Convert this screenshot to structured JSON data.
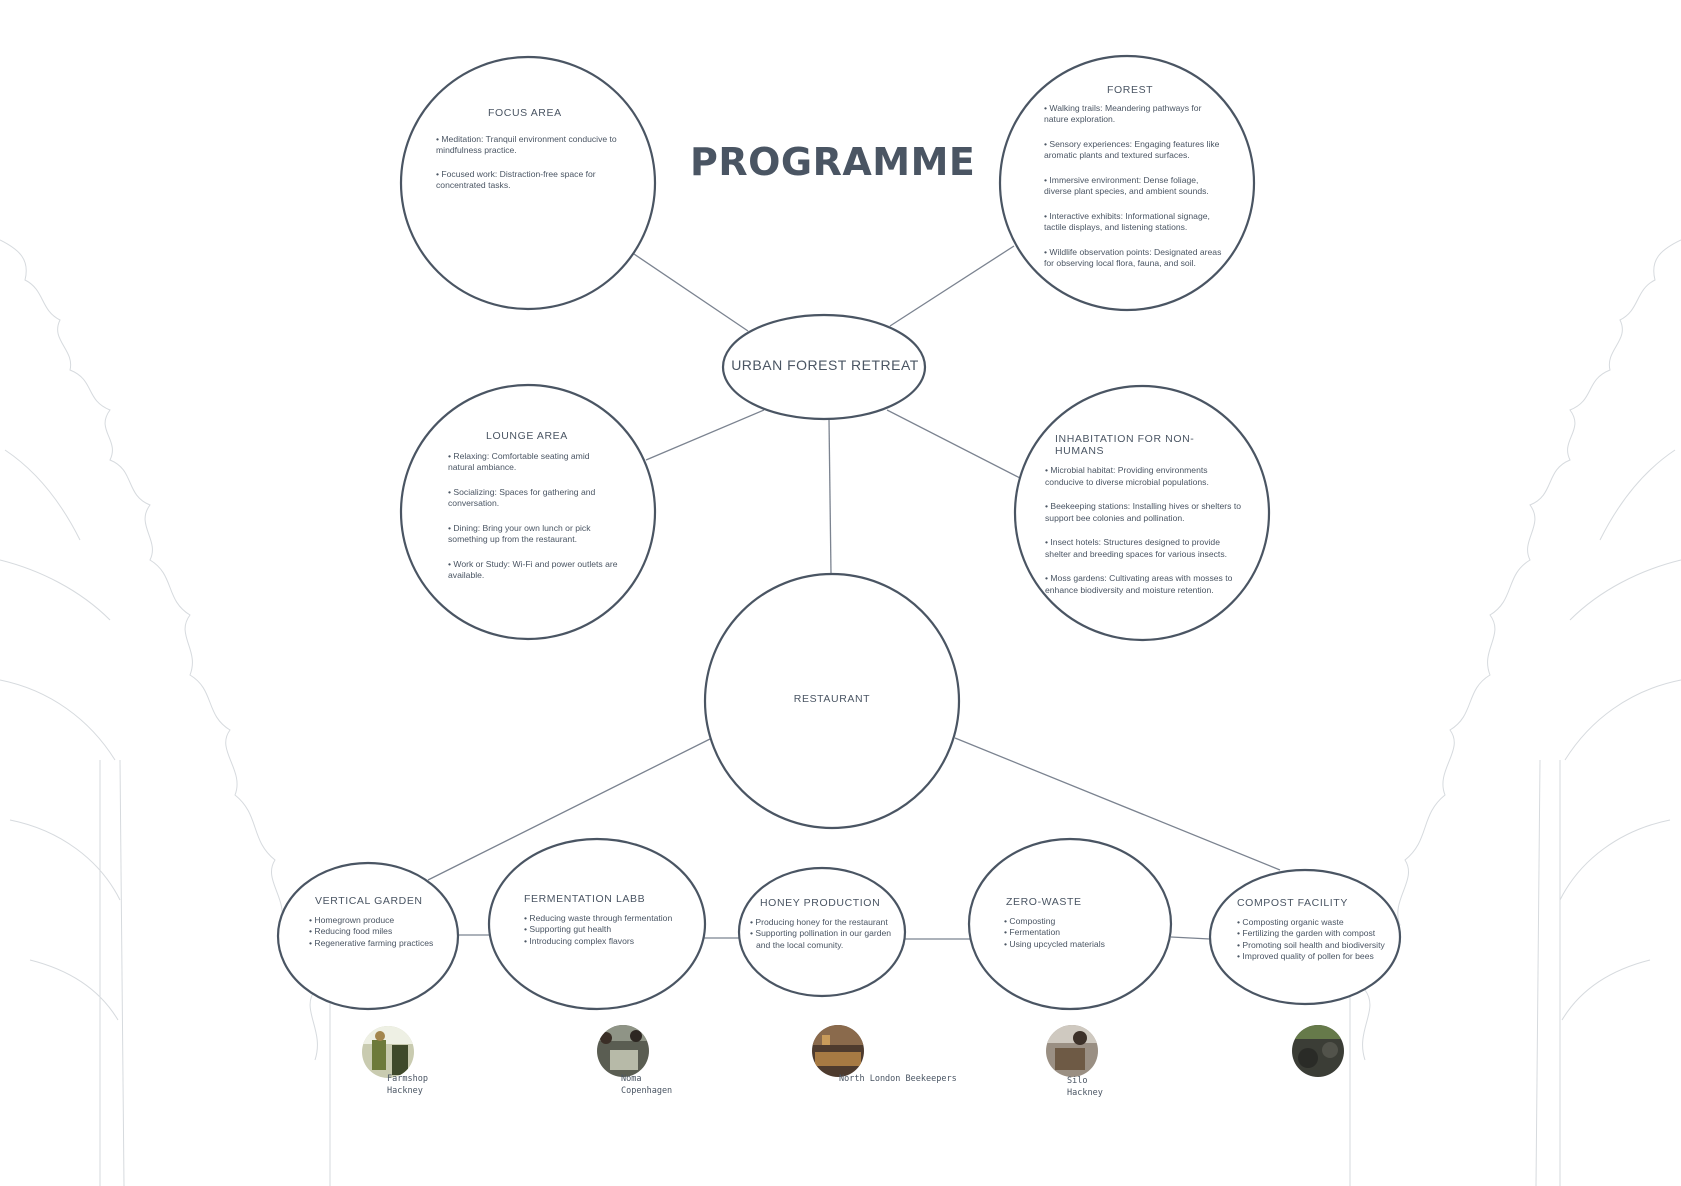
{
  "page": {
    "title": "PROGRAMME"
  },
  "center": {
    "label": "URBAN FOREST RETREAT"
  },
  "focus_area": {
    "heading": "FOCUS AREA",
    "items": [
      "• Meditation: Tranquil environment conducive to mindfulness practice.",
      "• Focused work: Distraction-free space for concentrated tasks."
    ]
  },
  "forest": {
    "heading": "FOREST",
    "items": [
      "• Walking trails: Meandering pathways for nature exploration.",
      "• Sensory experiences: Engaging features like aromatic plants and textured surfaces.",
      "• Immersive environment: Dense foliage, diverse plant species, and ambient sounds.",
      "• Interactive exhibits: Informational signage, tactile displays, and listening stations.",
      "• Wildlife observation points: Designated areas for observing local flora, fauna, and soil."
    ]
  },
  "lounge_area": {
    "heading": "LOUNGE AREA",
    "items": [
      "• Relaxing: Comfortable seating amid natural ambiance.",
      "• Socializing: Spaces for gathering and conversation.",
      "• Dining: Bring your own lunch or pick something up from the restaurant.",
      "• Work or Study: Wi-Fi and power outlets are available."
    ]
  },
  "non_humans": {
    "heading": "INHABITATION FOR NON-HUMANS",
    "items": [
      "• Microbial habitat: Providing environments conducive to diverse microbial populations.",
      "• Beekeeping stations: Installing hives or shelters to support bee colonies and pollination.",
      "• Insect hotels: Structures designed to provide shelter and breeding spaces for various insects.",
      "• Moss gardens: Cultivating areas with mosses to enhance biodiversity and moisture retention."
    ]
  },
  "restaurant": {
    "label": "RESTAURANT"
  },
  "vertical_garden": {
    "heading": "VERTICAL GARDEN",
    "items": [
      "• Homegrown produce",
      "• Reducing food miles",
      "• Regenerative farming practices"
    ]
  },
  "fermentation": {
    "heading": "FERMENTATION LABB",
    "items": [
      "• Reducing waste through fermentation",
      "• Supporting gut health",
      "• Introducing complex flavors"
    ]
  },
  "honey": {
    "heading": "HONEY PRODUCTION",
    "items": [
      "• Producing honey for the restaurant",
      "• Supporting pollination in our garden",
      "and the local comunity."
    ]
  },
  "zero_waste": {
    "heading": "ZERO-WASTE",
    "items": [
      "• Composting",
      "• Fermentation",
      "• Using upcycled materials"
    ]
  },
  "compost": {
    "heading": "COMPOST FACILITY",
    "items": [
      "• Composting organic waste",
      "• Fertilizing the garden with compost",
      "• Promoting soil health and biodiversity",
      "• Improved quality of pollen for bees"
    ]
  },
  "photos": [
    {
      "line1": "Farmshop",
      "line2": "Hackney"
    },
    {
      "line1": "Noma",
      "line2": "Copenhagen"
    },
    {
      "line1": "North London Beekeepers",
      "line2": ""
    },
    {
      "line1": "Silo",
      "line2": "Hackney"
    }
  ],
  "colors": {
    "outline": "#4a5563",
    "connector": "#7b8390",
    "tree_sketch": "#d3d7dc"
  }
}
